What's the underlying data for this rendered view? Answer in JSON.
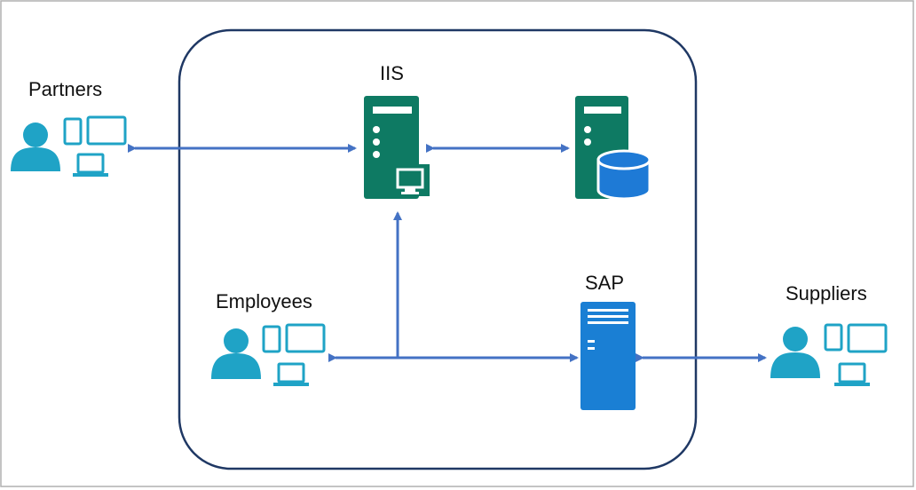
{
  "labels": {
    "partners": "Partners",
    "iis": "IIS",
    "employees": "Employees",
    "sap": "SAP",
    "suppliers": "Suppliers"
  },
  "colors": {
    "frame": "#1f3864",
    "arrow": "#4472c4",
    "people": "#1fa3c6",
    "server_green": "#0e7a63",
    "server_blue": "#1a7fd4",
    "database": "#1e7ad6",
    "monitor": "#ffffff"
  },
  "icons": [
    "user-icon",
    "tablet-icon",
    "monitor-icon",
    "laptop-icon",
    "server-icon",
    "database-icon"
  ]
}
